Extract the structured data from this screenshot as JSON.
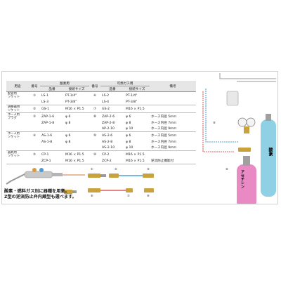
{
  "headers": {
    "type": "用途",
    "symbol": "番号",
    "oxygen_group": "酸素用",
    "product": "品番",
    "conn": "接続サイズ",
    "symbol2": "番号",
    "fuel_group": "可燃ガス用",
    "product2": "品番",
    "conn2": "接続サイズ",
    "note": "備考"
  },
  "rows": [
    {
      "type": "配管用\nソケット",
      "sym": "①",
      "p1": "LS-1",
      "c1": "PT-1/4\"",
      "sym2": "⑥",
      "p2": "LS-2",
      "c2": "PT-1/4\"",
      "note": "",
      "end": false
    },
    {
      "type": "",
      "sym": "",
      "p1": "LS-3",
      "c1": "PT-3/8\"",
      "sym2": "",
      "p2": "LS-4",
      "c2": "PT-3/8\"",
      "note": "",
      "end": true
    },
    {
      "type": "調整器用\nソケット",
      "sym": "②",
      "p1": "GS-1",
      "c1": "M16 × P1.5",
      "sym2": "⑦",
      "p2": "GS-2",
      "c2": "M16 × P1.5",
      "note": "",
      "end": true
    },
    {
      "type": "ホース用\nプラグ",
      "sym": "③",
      "p1": "ZAP-1-6",
      "c1": "φ 6",
      "sym2": "⑧",
      "p2": "ZAP-2-6",
      "c2": "φ 6",
      "note": "ホース内径 5mm",
      "end": false
    },
    {
      "type": "",
      "sym": "",
      "p1": "ZAP-1-8",
      "c1": "φ 8",
      "sym2": "",
      "p2": "ZAP-2-8",
      "c2": "φ 8",
      "note": "ホース内径 7mm",
      "end": false
    },
    {
      "type": "",
      "sym": "",
      "p1": "",
      "c1": "",
      "sym2": "",
      "p2": "AP-2-10",
      "c2": "φ 10",
      "note": "ホース内径 9mm",
      "end": true
    },
    {
      "type": "ホース用\nソケット",
      "sym": "④",
      "p1": "AS-1-6",
      "c1": "φ 6",
      "sym2": "⑨",
      "p2": "AS-2-6",
      "c2": "φ 6",
      "note": "ホース内径 5mm",
      "end": false
    },
    {
      "type": "",
      "sym": "",
      "p1": "AS-1-8",
      "c1": "φ 8",
      "sym2": "",
      "p2": "AS-2-8",
      "c2": "φ 8",
      "note": "ホース内径 7mm",
      "end": false
    },
    {
      "type": "",
      "sym": "",
      "p1": "",
      "c1": "",
      "sym2": "",
      "p2": "AS-2-10",
      "c2": "φ 10",
      "note": "ホース内径 9mm",
      "end": true
    },
    {
      "type": "器具用\nソケット",
      "sym": "⑤",
      "p1": "CP-1",
      "c1": "M16 × P1.5",
      "sym2": "⑩",
      "p2": "CP-2",
      "c2": "M16 × P1.5",
      "note": "",
      "end": false
    },
    {
      "type": "",
      "sym": "",
      "p1": "ZCP-1",
      "c1": "M16 × P1.5",
      "sym2": "",
      "p2": "ZCP-2",
      "c2": "M16 × P1.5",
      "note": "逆流防止機能付",
      "end": true
    }
  ],
  "caption": {
    "line1": "酸素・燃料ガス別に器種を用意。",
    "line2": "Z型の逆流防止弁内蔵型も選べます。"
  },
  "cylinders": {
    "acetylene": "アセチレン",
    "oxygen": "酸素"
  },
  "diagram_numbers": [
    "①",
    "②",
    "③",
    "④",
    "⑤",
    "⑥",
    "⑦",
    "⑧",
    "⑨",
    "⑩"
  ],
  "colors": {
    "acetylene_cylinder": "#e98ac4",
    "oxygen_cylinder": "#8fd0e4",
    "oxygen_hose": "#4aa3d4",
    "fuel_hose": "#e25c5c",
    "brass": "#c9a23e"
  }
}
